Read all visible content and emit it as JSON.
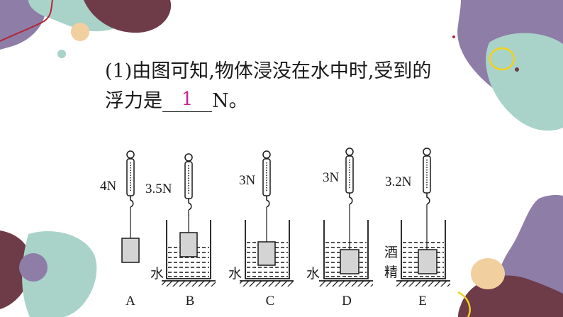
{
  "question": {
    "line1": "(1)由图可知,物体浸没在水中时,受到的",
    "line2_prefix": "浮力是",
    "answer": "1",
    "line2_suffix": "N。"
  },
  "setups": [
    {
      "label": "A",
      "reading": "4N",
      "liquid": ""
    },
    {
      "label": "B",
      "reading": "3.5N",
      "liquid": "水"
    },
    {
      "label": "C",
      "reading": "3N",
      "liquid": "水"
    },
    {
      "label": "D",
      "reading": "3N",
      "liquid": "水"
    },
    {
      "label": "E",
      "reading": "3.2N",
      "liquid": "酒精"
    }
  ],
  "colors": {
    "answer": "#c0278f",
    "blob_purple": "#8e7da6",
    "blob_teal": "#a9d3c9",
    "blob_maroon": "#6e3b49",
    "blob_peach": "#f2cf9f",
    "accent_yellow": "#f3d21a"
  }
}
